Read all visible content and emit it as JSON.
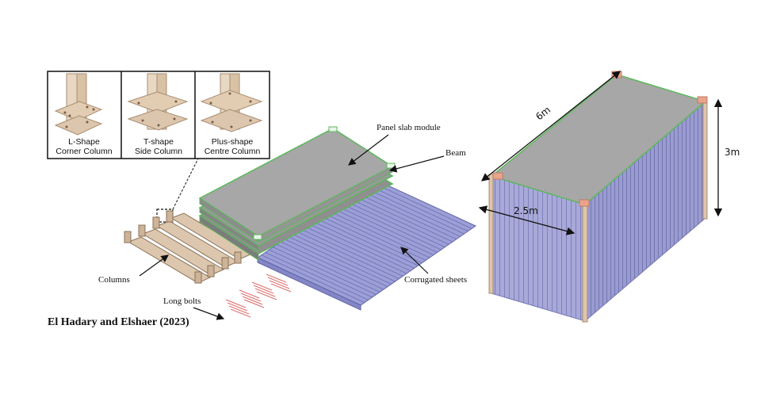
{
  "inset": {
    "panels": [
      {
        "line1": "L-Shape",
        "line2": "Corner Column"
      },
      {
        "line1": "T-shape",
        "line2": "Side Column"
      },
      {
        "line1": "Plus-shape",
        "line2": "Centre Column"
      }
    ]
  },
  "labels": {
    "panel_slab_module": "Panel slab module",
    "beam": "Beam",
    "corrugated_sheets": "Corrugated sheets",
    "columns": "Columns",
    "long_bolts": "Long bolts"
  },
  "dimensions": {
    "length": "6m",
    "width": "2.5m",
    "height": "3m"
  },
  "citation": "El Hadary and Elshaer (2023)",
  "colors": {
    "wood": "#dcc6ad",
    "slab_gray": "#a7a7a7",
    "slab_edge": "#5cb85c",
    "corrugated": "#9c9fd6",
    "container_wall": "#a8a9d8",
    "bolt_red": "#e07070"
  }
}
